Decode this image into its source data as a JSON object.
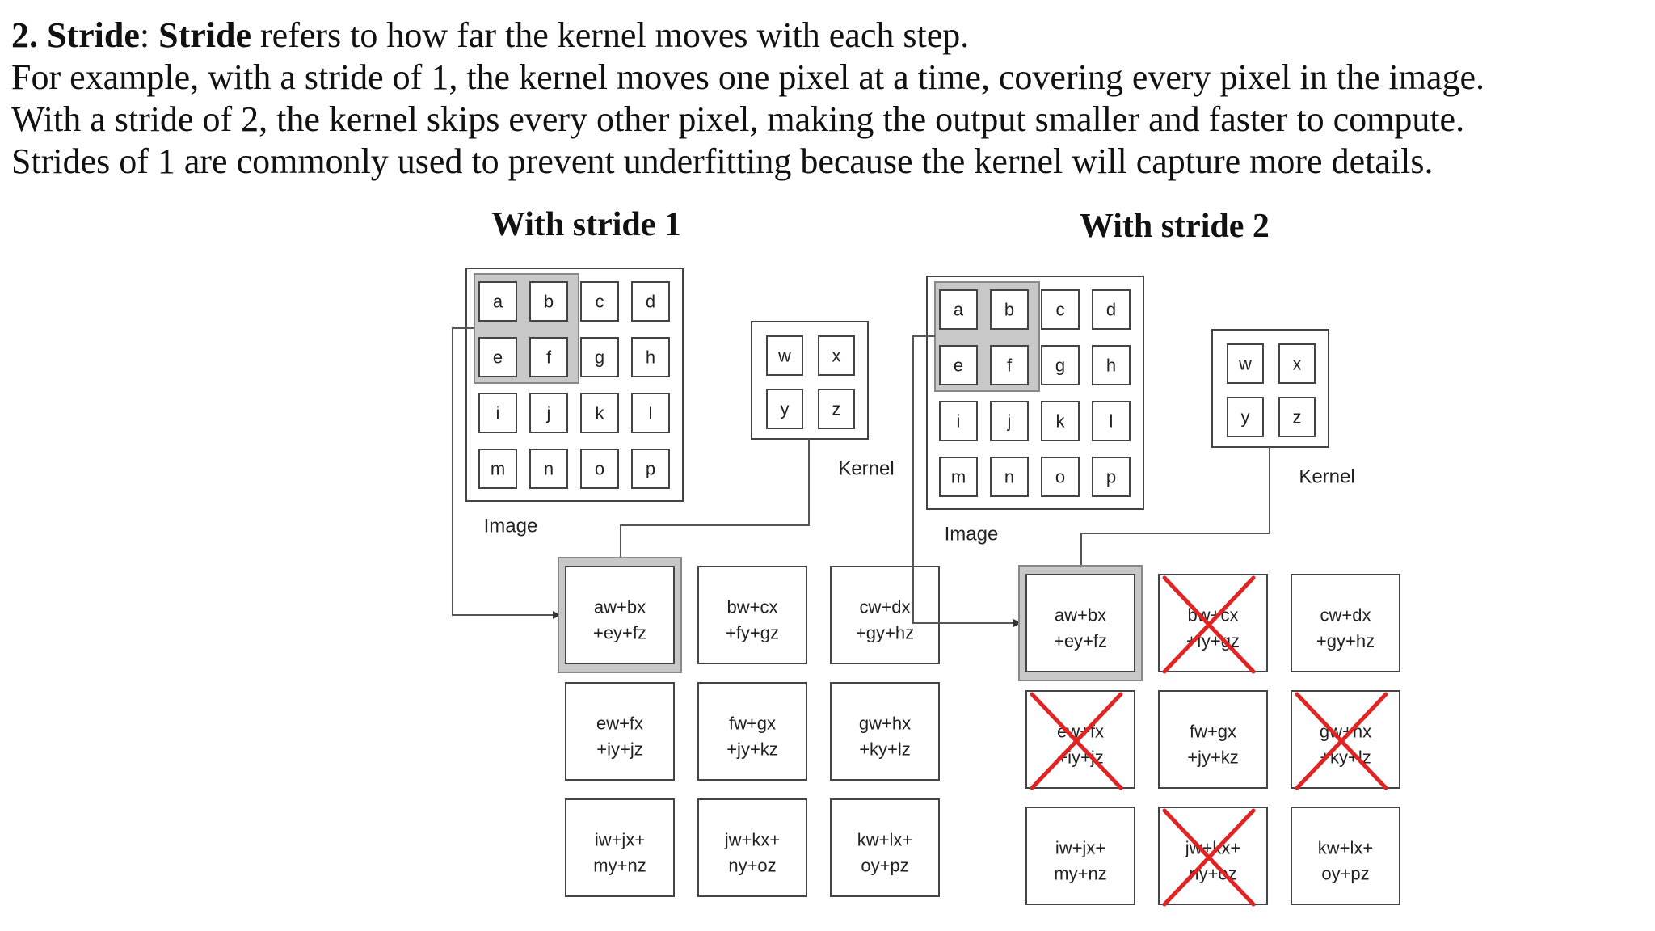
{
  "intro": {
    "num": "2. Stride",
    "colon": ": ",
    "term": "Stride",
    "line1_rest": " refers to how far the kernel moves with each step.",
    "line2": "For example, with a stride of 1, the kernel moves one pixel at a time, covering every pixel in the image.",
    "line3": "With a stride of 2, the kernel skips every other pixel, making the output smaller and faster to compute.",
    "line4": "Strides of 1 are commonly used to prevent underfitting because the kernel will capture more details."
  },
  "image_cells": [
    "a",
    "b",
    "c",
    "d",
    "e",
    "f",
    "g",
    "h",
    "i",
    "j",
    "k",
    "l",
    "m",
    "n",
    "o",
    "p"
  ],
  "kernel_cells": [
    "w",
    "x",
    "y",
    "z"
  ],
  "image_label": "Image",
  "kernel_label": "Kernel",
  "outputs": [
    [
      "aw+bx",
      "+ey+fz"
    ],
    [
      "bw+cx",
      "+fy+gz"
    ],
    [
      "cw+dx",
      "+gy+hz"
    ],
    [
      "ew+fx",
      "+iy+jz"
    ],
    [
      "fw+gx",
      "+jy+kz"
    ],
    [
      "gw+hx",
      "+ky+lz"
    ],
    [
      "iw+jx+",
      "my+nz"
    ],
    [
      "jw+kx+",
      "ny+oz"
    ],
    [
      "kw+lx+",
      "oy+pz"
    ]
  ],
  "panels": [
    {
      "title": "With stride 1",
      "skipped": []
    },
    {
      "title": "With stride 2",
      "skipped": [
        1,
        3,
        5,
        7
      ]
    }
  ],
  "colors": {
    "cross": "#e02424",
    "highlight": "#c8c8c8",
    "border": "#444444"
  }
}
